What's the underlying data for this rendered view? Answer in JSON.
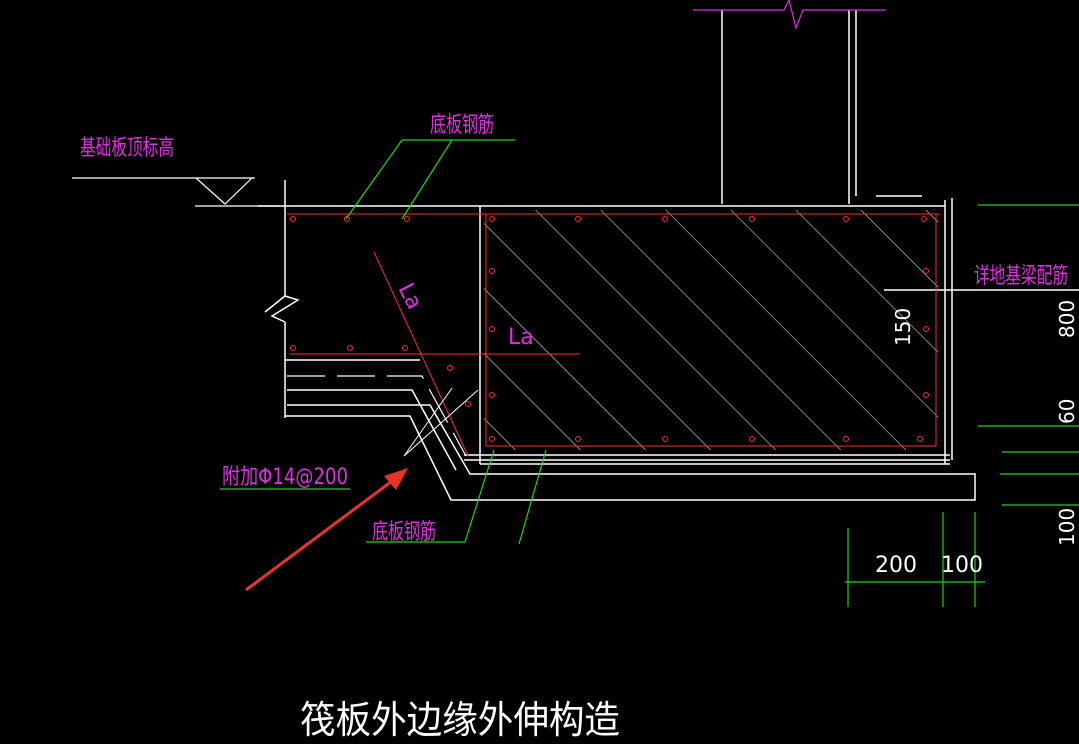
{
  "labels": {
    "top_elevation": "基础板顶标高",
    "bottom_rebar_top": "底板钢筋",
    "bottom_rebar_bottom": "底板钢筋",
    "beam_reinforcement": "详地基梁配筋",
    "additional_bar": "附加Φ14@200",
    "anchorage_diag": "La",
    "anchorage_horiz": "La",
    "title": "筏板外边缘外伸构造"
  },
  "dimensions": {
    "d150": "150",
    "d800": "800",
    "d60": "60",
    "d100_vertical": "100",
    "d200": "200",
    "d100_horizontal": "100"
  },
  "colors": {
    "line": "#ffffff",
    "rebar": "#ff2a2a",
    "leader": "#19d719",
    "label": "#e22ee2",
    "arrow": "#e8322c",
    "background": "#000000"
  }
}
